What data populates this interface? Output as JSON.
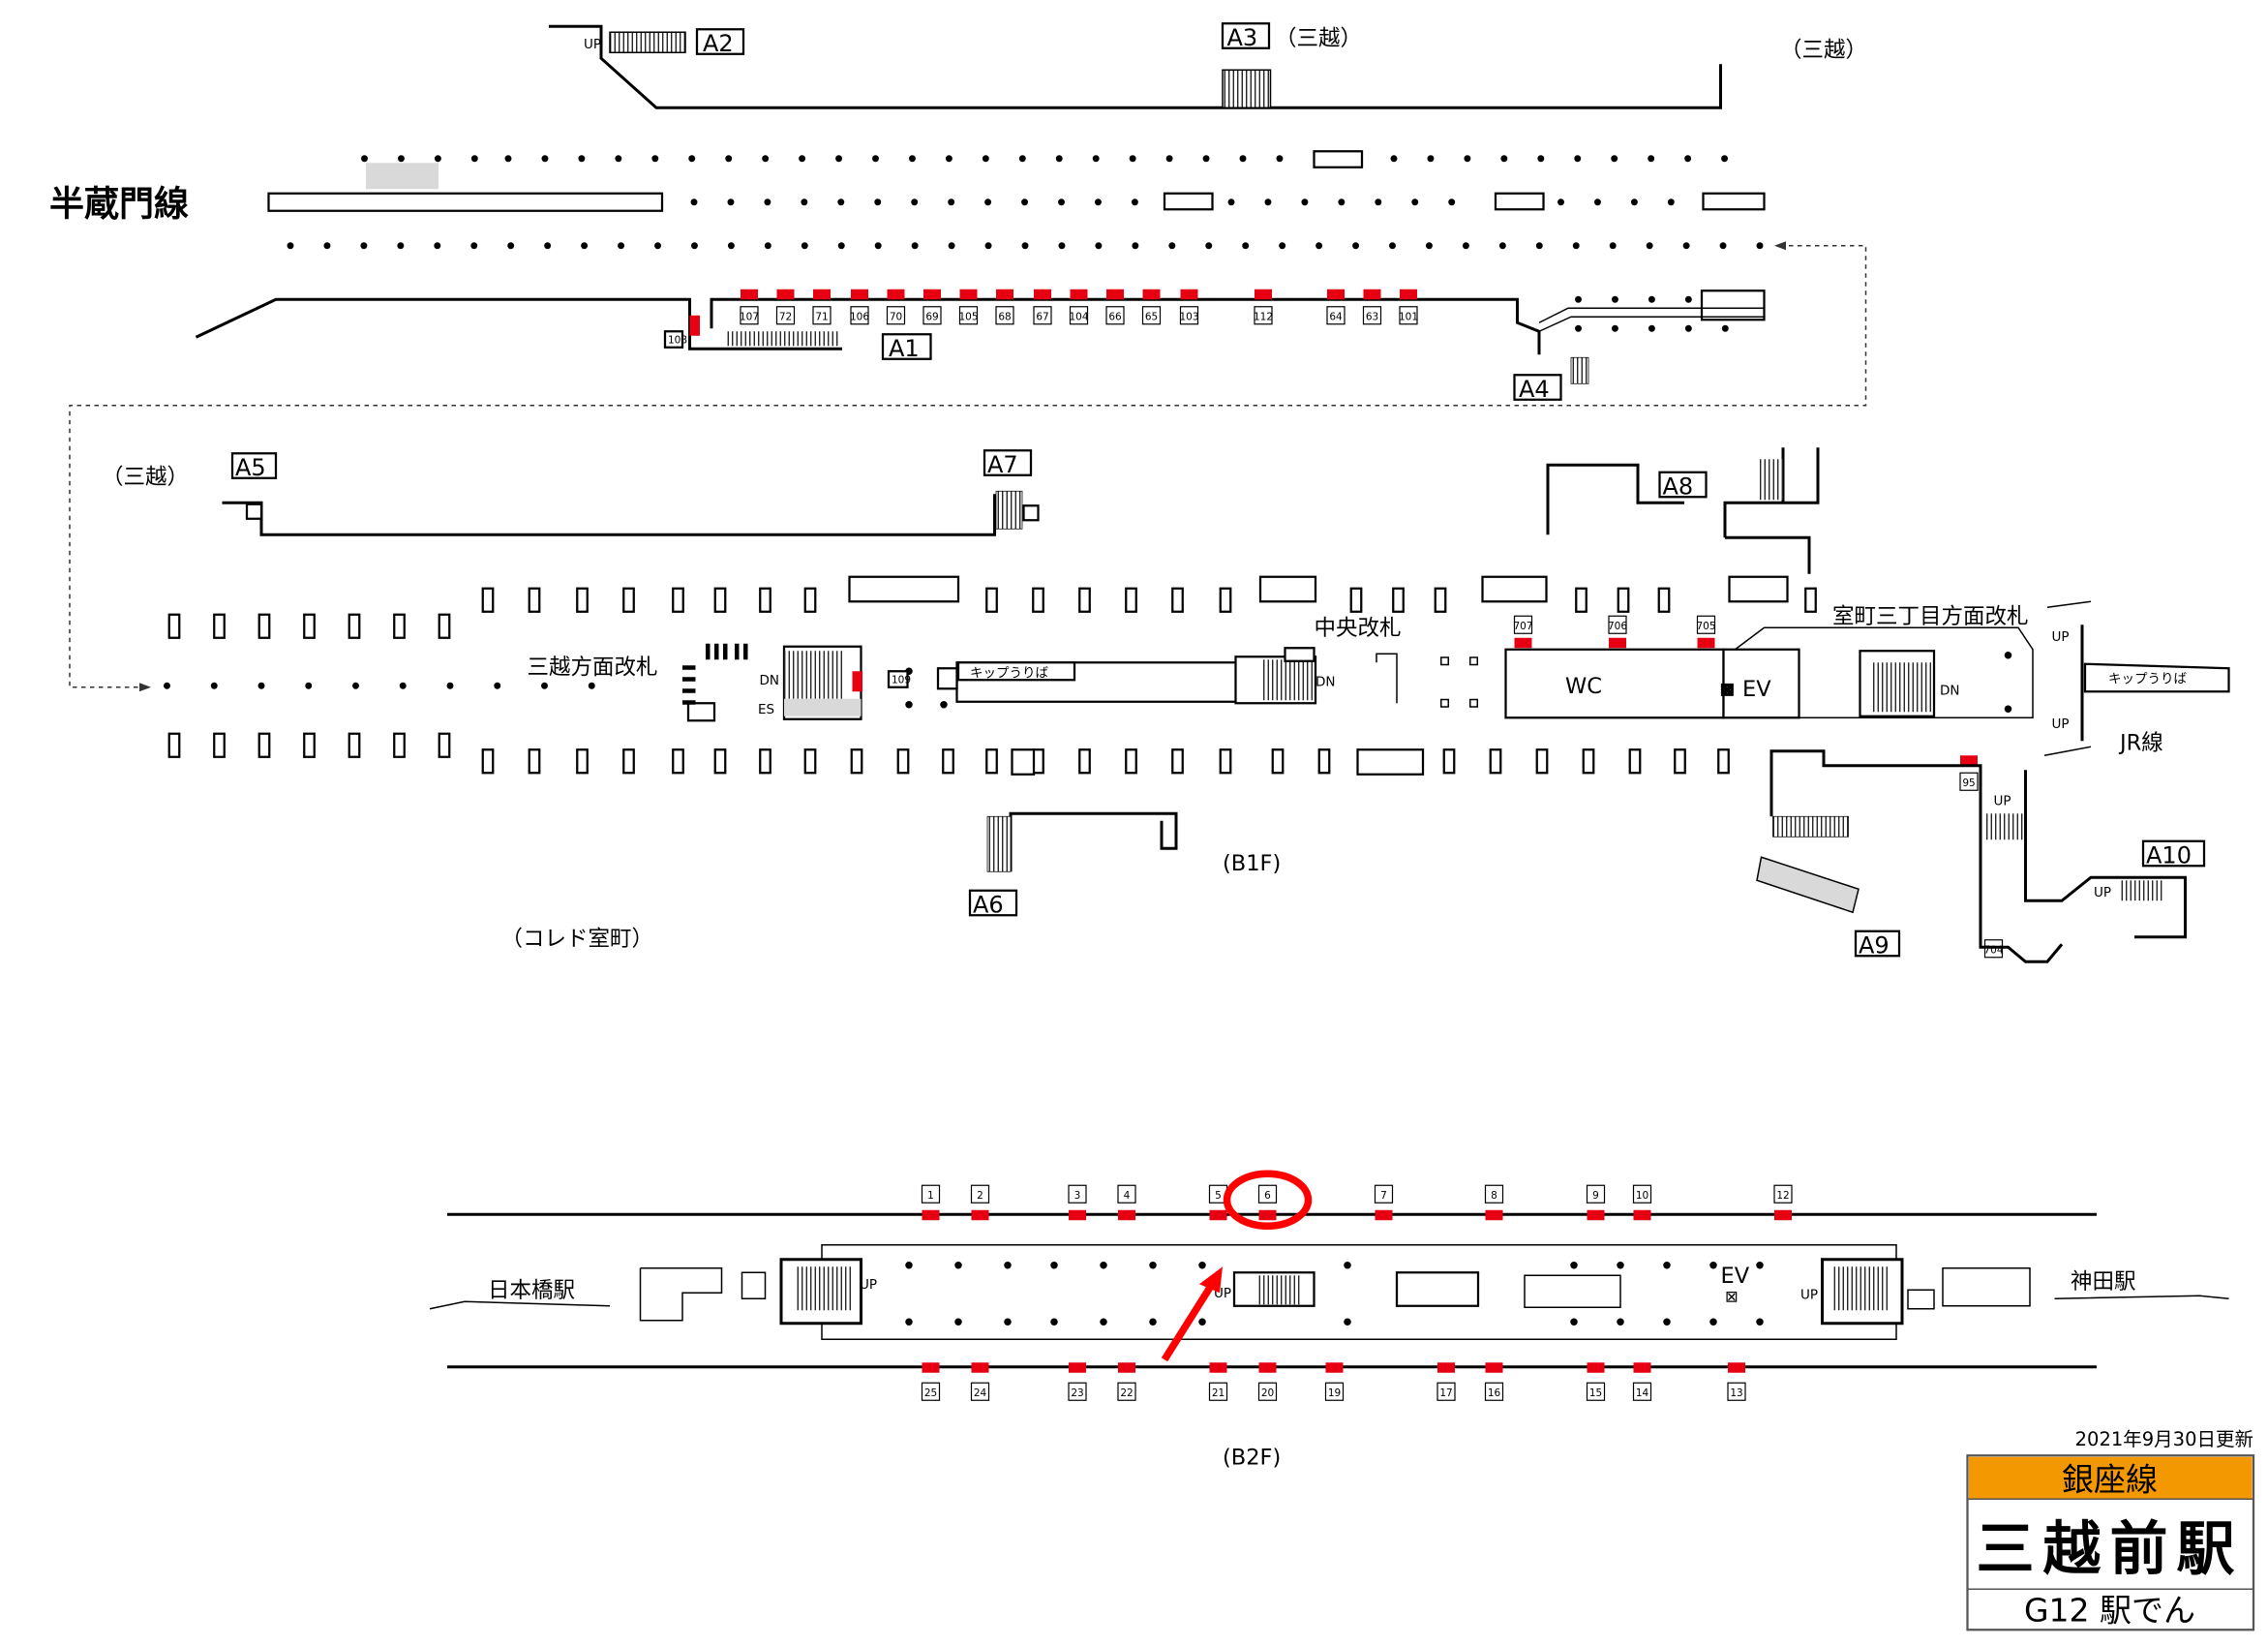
{
  "colors": {
    "car_marker": "#e60012",
    "ginza_line": "#f39800",
    "highlight": "#ff0000",
    "stairs_gray": "#d9d9d9"
  },
  "hanzomon": {
    "line_label": "半蔵門線",
    "exits": {
      "a1": "A1",
      "a2": "A2",
      "a3": "A3",
      "a4": "A4"
    },
    "mitsukoshi_a3": "（三越）",
    "mitsukoshi_right": "（三越）",
    "up": "UP",
    "car_positions": [
      "107",
      "72",
      "71",
      "106",
      "70",
      "69",
      "105",
      "68",
      "67",
      "104",
      "66",
      "65",
      "103",
      "112",
      "64",
      "63",
      "101"
    ],
    "side_position": "108"
  },
  "b1f": {
    "floor_label": "(B1F)",
    "mitsukoshi_left": "（三越）",
    "coredo": "（コレド室町）",
    "exits": {
      "a5": "A5",
      "a6": "A6",
      "a7": "A7",
      "a8": "A8",
      "a9": "A9",
      "a10": "A10"
    },
    "gates": {
      "mitsukoshi": "三越方面改札",
      "central": "中央改札",
      "muromachi": "室町三丁目方面改札"
    },
    "ticket_office_1": "キップうりば",
    "ticket_office_2": "キップうりば",
    "wc": "WC",
    "ev": "EV",
    "dn": "DN",
    "es": "ES",
    "up": "UP",
    "jr_line": "JR線",
    "car_positions": {
      "p109": "109",
      "p707": "707",
      "p706": "706",
      "p705": "705",
      "p95": "95",
      "p704": "704"
    }
  },
  "b2f": {
    "floor_label": "(B2F)",
    "nihonbashi": "日本橋駅",
    "kanda": "神田駅",
    "ev": "EV",
    "up": "UP",
    "top_positions": [
      "1",
      "2",
      "3",
      "4",
      "5",
      "6",
      "7",
      "8",
      "9",
      "10",
      "12"
    ],
    "bottom_positions": [
      "25",
      "24",
      "23",
      "22",
      "21",
      "20",
      "19",
      "17",
      "16",
      "15",
      "14",
      "13"
    ],
    "highlighted_position": "6"
  },
  "station_badge": {
    "updated": "2021年9月30日更新",
    "line": "銀座線",
    "station": "三越前駅",
    "code": "G12 駅でん"
  }
}
